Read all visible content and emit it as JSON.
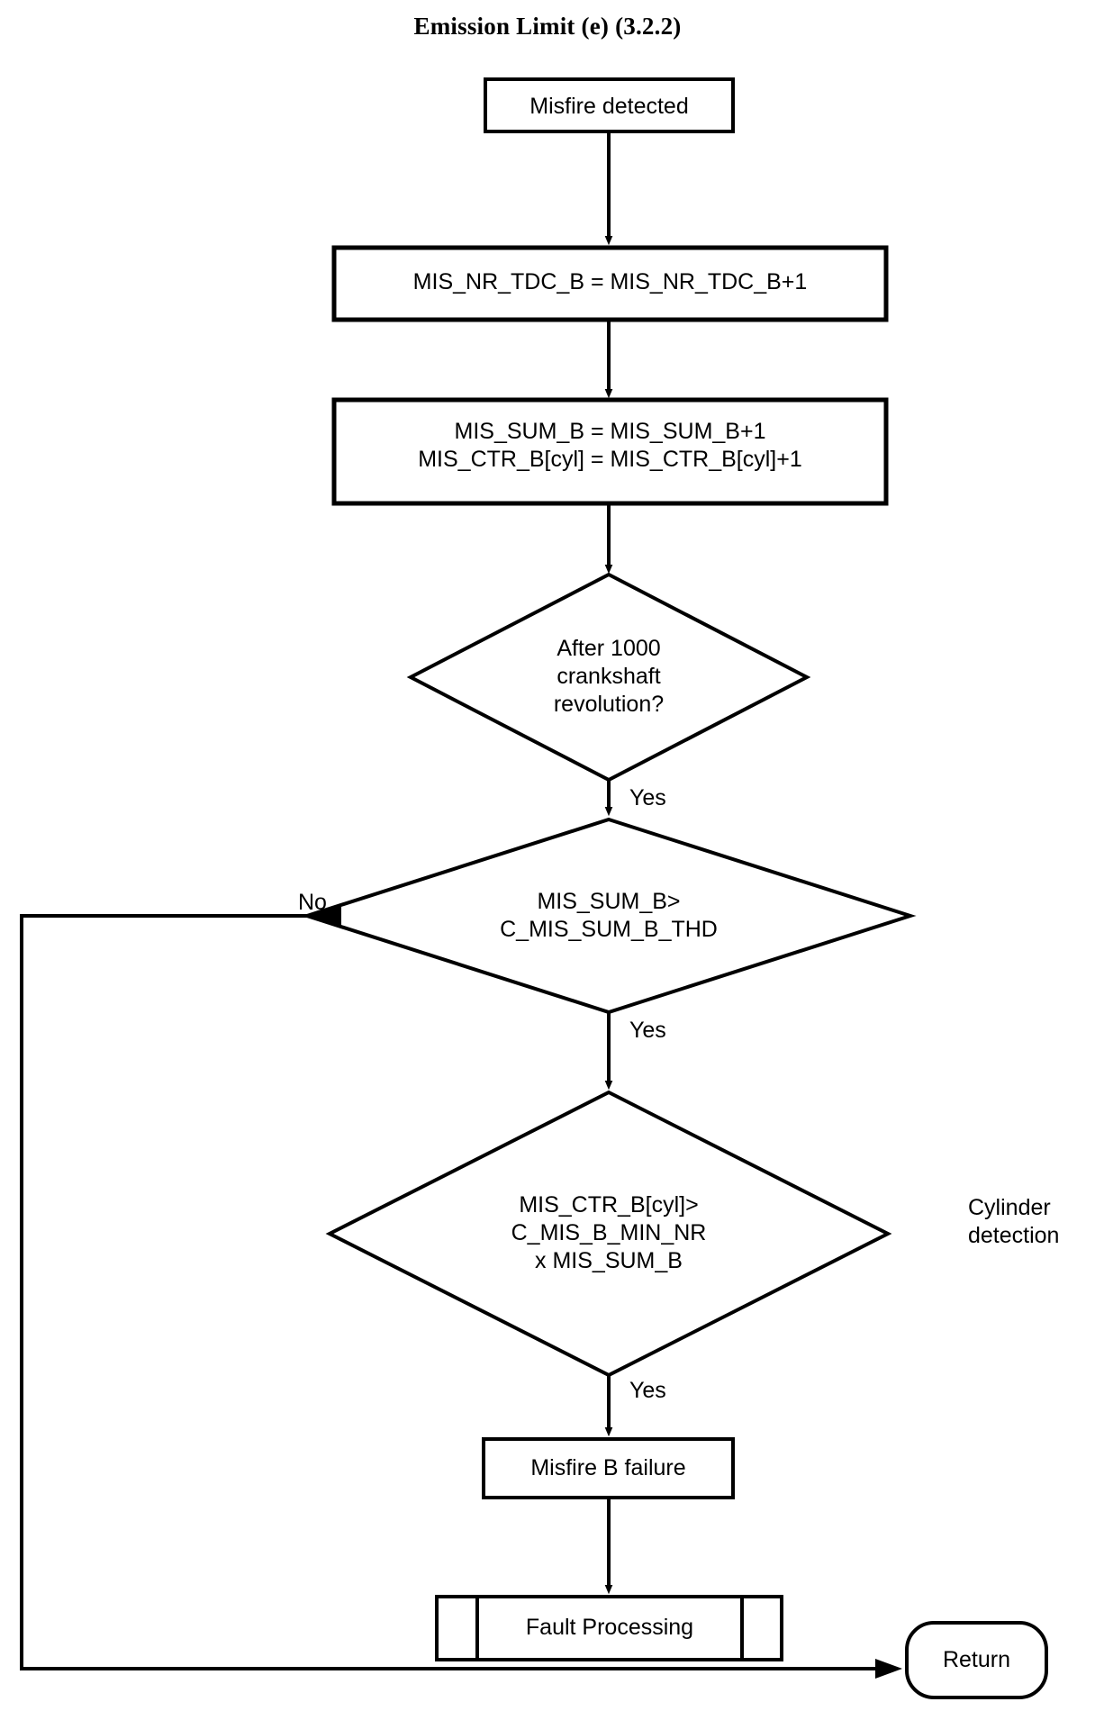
{
  "title": "Emission Limit (e) (3.2.2)",
  "diagram": {
    "type": "flowchart",
    "nodes": [
      {
        "id": "start",
        "shape": "process",
        "label": "Misfire detected"
      },
      {
        "id": "inc_tdc",
        "shape": "process",
        "label": "MIS_NR_TDC_B = MIS_NR_TDC_B+1"
      },
      {
        "id": "inc_sum",
        "shape": "process",
        "label": "MIS_SUM_B = MIS_SUM_B+1\nMIS_CTR_B[cyl] = MIS_CTR_B[cyl]+1"
      },
      {
        "id": "d_rev",
        "shape": "decision",
        "label": "After 1000\ncrankshaft\nrevolution?"
      },
      {
        "id": "d_sum",
        "shape": "decision",
        "label": "MIS_SUM_B>\nC_MIS_SUM_B_THD"
      },
      {
        "id": "d_ctr",
        "shape": "decision",
        "label": "MIS_CTR_B[cyl]>\nC_MIS_B_MIN_NR\nx MIS_SUM_B"
      },
      {
        "id": "fail",
        "shape": "process",
        "label": "Misfire B failure"
      },
      {
        "id": "fault",
        "shape": "predefined-process",
        "label": "Fault Processing"
      },
      {
        "id": "return",
        "shape": "terminator",
        "label": "Return"
      }
    ],
    "edges": [
      {
        "from": "start",
        "to": "inc_tdc",
        "label": ""
      },
      {
        "from": "inc_tdc",
        "to": "inc_sum",
        "label": ""
      },
      {
        "from": "inc_sum",
        "to": "d_rev",
        "label": ""
      },
      {
        "from": "d_rev",
        "to": "d_sum",
        "label": "Yes"
      },
      {
        "from": "d_sum",
        "to": "return",
        "label": "No"
      },
      {
        "from": "d_sum",
        "to": "d_ctr",
        "label": "Yes"
      },
      {
        "from": "d_ctr",
        "to": "fail",
        "label": "Yes"
      },
      {
        "from": "fail",
        "to": "fault",
        "label": ""
      }
    ],
    "annotations": [
      {
        "id": "cyl_note",
        "label": "Cylinder\ndetection"
      }
    ],
    "edge_labels": {
      "yes_rev": "Yes",
      "no_sum": "No",
      "yes_sum": "Yes",
      "yes_ctr": "Yes"
    },
    "colors": {
      "stroke": "#000000",
      "fill": "#ffffff",
      "text": "#000000"
    }
  }
}
